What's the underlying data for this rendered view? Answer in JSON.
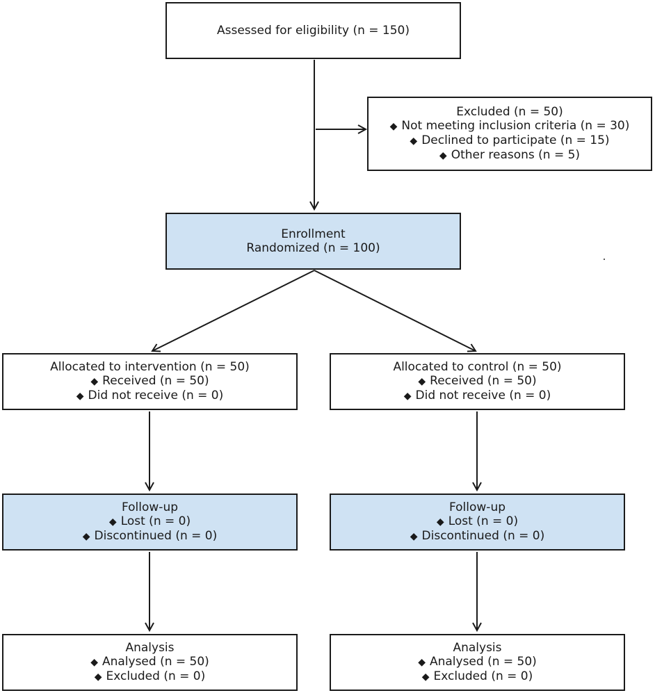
{
  "diagram": {
    "assessed": {
      "title": "Assessed for eligibility (n = 150)",
      "items": []
    },
    "excluded": {
      "title": "Excluded (n = 50)",
      "items": [
        "Not meeting inclusion criteria (n = 30)",
        "Declined to participate (n = 15)",
        "Other reasons (n = 5)"
      ]
    },
    "enrollment": {
      "title": "Enrollment",
      "subtitle": "Randomized (n = 100)",
      "items": []
    },
    "allocation_intervention": {
      "title": "Allocated to intervention (n = 50)",
      "items": [
        "Received (n = 50)",
        "Did not receive (n = 0)"
      ]
    },
    "allocation_control": {
      "title": "Allocated to control (n = 50)",
      "items": [
        "Received (n = 50)",
        "Did not receive (n = 0)"
      ]
    },
    "followup_intervention": {
      "title": "Follow-up",
      "items": [
        "Lost (n = 0)",
        "Discontinued (n = 0)"
      ]
    },
    "followup_control": {
      "title": "Follow-up",
      "items": [
        "Lost (n = 0)",
        "Discontinued (n = 0)"
      ]
    },
    "analysis_intervention": {
      "title": "Analysis",
      "items": [
        "Analysed (n = 50)",
        "Excluded (n = 0)"
      ]
    },
    "analysis_control": {
      "title": "Analysis",
      "items": [
        "Analysed (n = 50)",
        "Excluded (n = 0)"
      ]
    },
    "bullet_glyph": "◆",
    "colors": {
      "highlight_fill": "#cfe2f3",
      "stroke": "#1a1a1a"
    }
  }
}
